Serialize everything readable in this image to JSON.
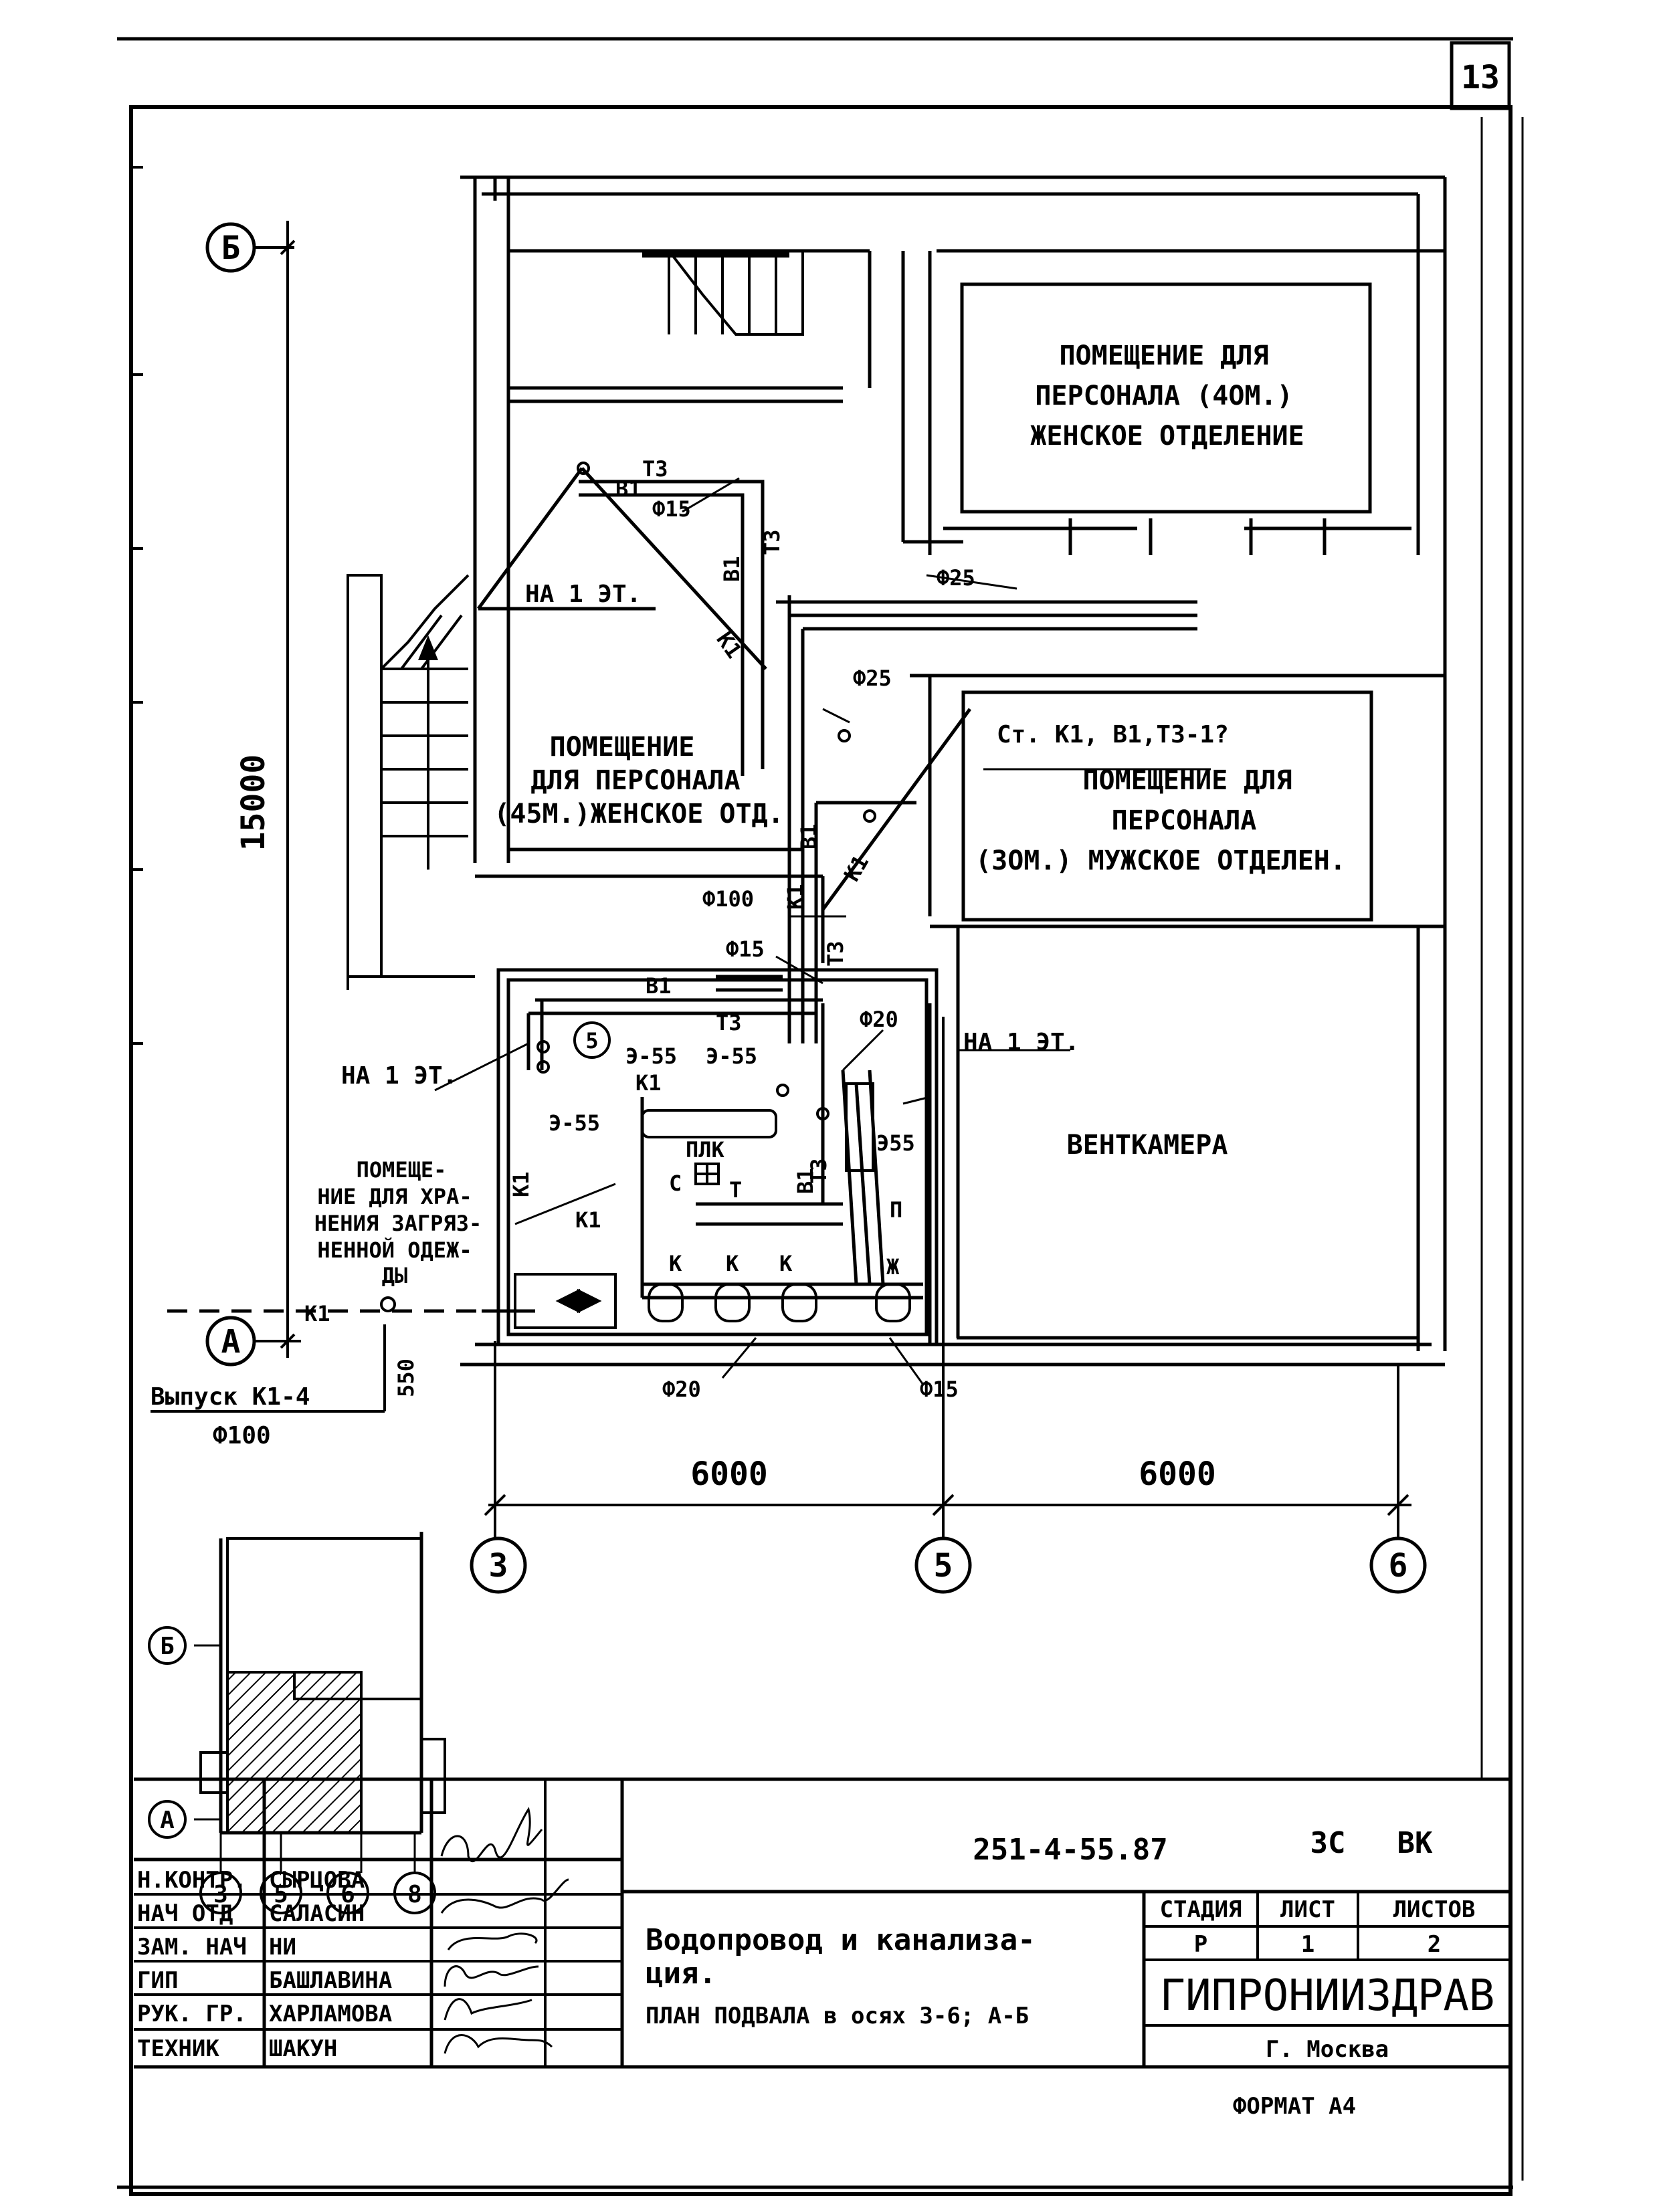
{
  "sheet": {
    "page_number": "13",
    "format_note": "ФОРМАТ А4"
  },
  "plan": {
    "axes": {
      "b": "Б",
      "a": "А",
      "ax3": "3",
      "ax5": "5",
      "ax6": "6"
    },
    "dimensions": {
      "height_total": "15000",
      "span_3_5": "6000",
      "span_5_6": "6000",
      "offset_a": "550"
    },
    "rooms": {
      "women_40": [
        "ПОМЕЩЕНИЕ ДЛЯ",
        "ПЕРСОНАЛА (4ОМ.)",
        "ЖЕНСКОЕ ОТДЕЛЕНИЕ"
      ],
      "women_45": [
        "ПОМЕЩЕНИЕ",
        "ДЛЯ ПЕРСОНАЛА",
        "(45М.)ЖЕНСКОЕ ОТД."
      ],
      "men_30": [
        "ПОМЕЩЕНИЕ ДЛЯ",
        "ПЕРСОНАЛА",
        "(3ОМ.) МУЖСКОЕ ОТДЕЛЕН."
      ],
      "ventkamera": "ВЕНТКАМЕРА",
      "storage": [
        "ПОМЕЩЕ-",
        "НИЕ ДЛЯ ХРА-",
        "НЕНИЯ ЗАГРЯЗ-",
        "НЕННОЙ ОДЕЖ-",
        "ДЫ"
      ]
    },
    "labels": {
      "to_first_floor": "НА 1 ЭТ.",
      "riser": "Ст. К1, В1,Т3-1?",
      "outlet": "Выпуск К1-4",
      "outlet_diameter": "Ф100",
      "d15": "Ф15",
      "d20": "Ф20",
      "d25": "Ф25",
      "d100": "Ф100",
      "e55": "Э-55",
      "e55b": "Э55",
      "plk": "ПЛК",
      "c": "С",
      "t": "Т",
      "p": "П",
      "k": "К",
      "zh": "Ж",
      "five": "5",
      "pipe_t3": "Т3",
      "pipe_b1": "В1",
      "pipe_k1": "К1"
    }
  },
  "keyplan": {
    "axis_b": "Б",
    "axis_a": "А",
    "axes_bottom": [
      "3",
      "5",
      "6",
      "8"
    ]
  },
  "title_block": {
    "code": "251-4-55.87",
    "mark_1": "3С",
    "mark_2": "ВК",
    "roles": [
      "Н.КОНТР.",
      "НАЧ ОТД",
      "ЗАМ. НАЧ",
      "ГИП",
      "РУК. ГР.",
      "ТЕХНИК"
    ],
    "names": [
      "СЫРЦОВА",
      "САЛАСИН",
      "НИ",
      "БАШЛАВИНА",
      "ХАРЛАМОВА",
      "ШАКУН"
    ],
    "title_lines": [
      "Водопровод и канализа-",
      "ция.",
      "ПЛАН   ПОДВАЛА в осях 3-6; А-Б"
    ],
    "stage_header": "СТАДИЯ",
    "sheet_header": "ЛИСТ",
    "sheets_header": "ЛИСТОВ",
    "stage": "Р",
    "sheet": "1",
    "sheets": "2",
    "organization": "ГИПРОНИИЗДРАВ",
    "city": "Г. Москва"
  }
}
